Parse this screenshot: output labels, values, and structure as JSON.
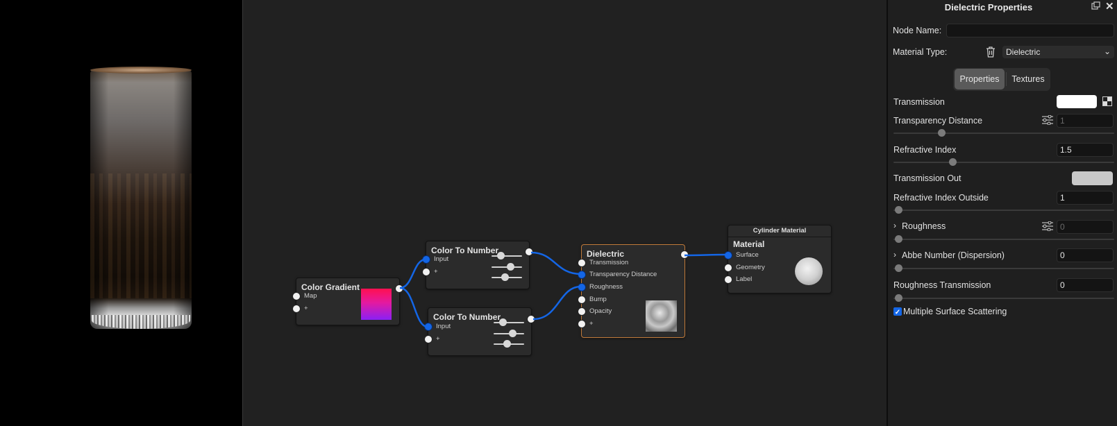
{
  "panel": {
    "title": "Dielectric Properties",
    "node_name_label": "Node Name:",
    "node_name_value": "",
    "material_type_label": "Material Type:",
    "material_type_value": "Dielectric",
    "tabs": [
      {
        "label": "Properties",
        "active": true
      },
      {
        "label": "Textures",
        "active": false
      }
    ],
    "props": [
      {
        "label": "Transmission",
        "kind": "color",
        "color": "#ffffff"
      },
      {
        "label": "Transparency Distance",
        "value": "1",
        "dim": true,
        "slider": 0.28
      },
      {
        "label": "Refractive Index",
        "value": "1.5",
        "dim": false,
        "slider": 0.3
      },
      {
        "label": "Transmission Out",
        "kind": "color",
        "color": "#c8c8c8"
      },
      {
        "label": "Refractive Index Outside",
        "value": "1",
        "dim": false,
        "slider": 0.0
      },
      {
        "label": "Roughness",
        "value": "0",
        "dim": true,
        "slider": 0.0,
        "expander": true
      },
      {
        "label": "Abbe Number (Dispersion)",
        "value": "0",
        "dim": false,
        "slider": 0.0,
        "expander": true
      },
      {
        "label": "Roughness Transmission",
        "value": "0",
        "dim": false,
        "slider": 0.0
      }
    ],
    "checkbox_label": "Multiple Surface Scattering",
    "checkbox_checked": true
  },
  "nodes": {
    "color_gradient": {
      "title": "Color Gradient",
      "ports": [
        "Map",
        "+"
      ]
    },
    "color_to_number_1": {
      "title": "Color To Number",
      "ports": [
        "Input",
        "+"
      ]
    },
    "color_to_number_2": {
      "title": "Color To Number",
      "ports": [
        "Input",
        "+"
      ]
    },
    "dielectric": {
      "title": "Dielectric",
      "ports": [
        "Transmission",
        "Transparency Distance",
        "Roughness",
        "Bump",
        "Opacity",
        "+"
      ]
    },
    "cylinder_material": {
      "header": "Cylinder Material",
      "title": "Material",
      "ports": [
        "Surface",
        "Geometry",
        "Label"
      ]
    }
  },
  "colors": {
    "wire": "#1466e6",
    "port_connected": "#1466e6",
    "selected_node_border": "#c07a3a"
  },
  "icons": [
    "trash-icon",
    "sliders-icon",
    "popout-icon",
    "close-icon",
    "chevron-right-icon",
    "chevron-down-icon",
    "checkerboard-icon",
    "checkmark-icon"
  ]
}
